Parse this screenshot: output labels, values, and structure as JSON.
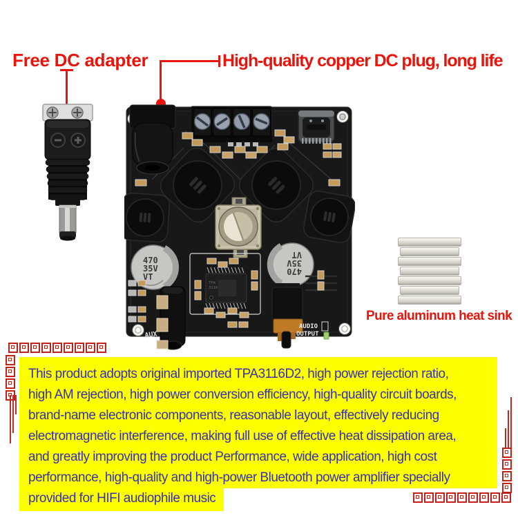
{
  "page": {
    "background": "#ffffff"
  },
  "colors": {
    "callout_red": "#e8150d",
    "ornament_red": "#c32017",
    "description_blue": "#3a30aa",
    "highlight_yellow": "#fcff00",
    "board_black": "#181818",
    "heatsink_silver": "#e6e4dc"
  },
  "callouts": {
    "free_dc_adapter": "Free DC adapter",
    "copper_plug": "High-quality copper DC plug, long life",
    "heat_sink": "Pure aluminum heat sink"
  },
  "board": {
    "capacitor_label": [
      "470",
      "35V",
      "VT"
    ],
    "chip_label": [
      "TPA",
      "3116"
    ],
    "silkscreen": {
      "aux": "AUX",
      "audio_out_line1": "AUDIO",
      "audio_out_line2": "OUTPUT"
    }
  },
  "description": {
    "lines": [
      "This product adopts original imported TPA3116D2, high power rejection ratio,",
      "high AM rejection, high power conversion efficiency, high-quality circuit boards,",
      "brand-name electronic components, reasonable layout, effectively reducing",
      "electromagnetic interference, making full use of effective heat dissipation area,",
      "and greatly improving the product Performance, wide application, high cost",
      "performance, high-quality and high-power Bluetooth power amplifier specially",
      "provided for HIFI audiophile music"
    ]
  }
}
